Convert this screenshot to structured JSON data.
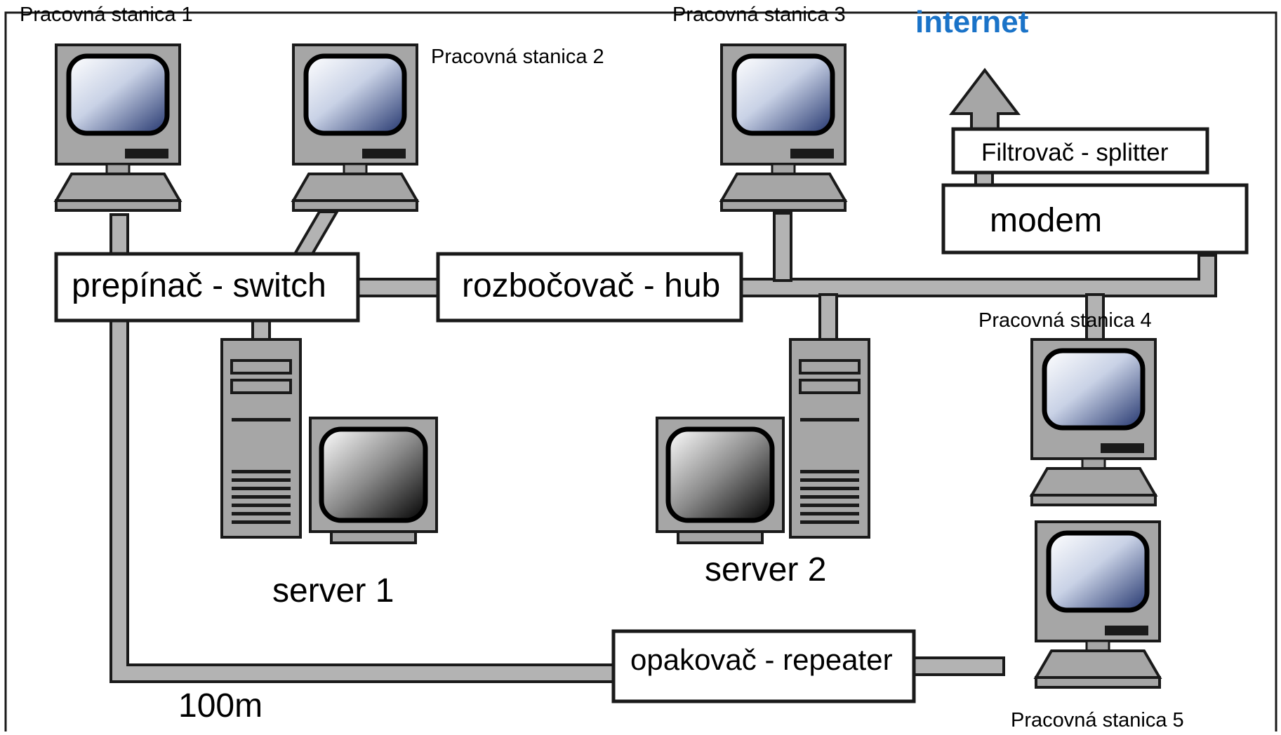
{
  "labels": {
    "workstation_1": "Pracovná stanica 1",
    "workstation_2": "Pracovná stanica 2",
    "workstation_3": "Pracovná stanica 3",
    "workstation_4": "Pracovná stanica 4",
    "workstation_5": "Pracovná stanica 5",
    "internet": "internet",
    "splitter": "Filtrovač - splitter",
    "modem": "modem",
    "switch": "prepínač - switch",
    "hub": "rozbočovač - hub",
    "server_1": "server 1",
    "server_2": "server 2",
    "repeater": "opakovač - repeater",
    "distance": "100m"
  },
  "colors": {
    "cable_fill": "#b3b3b3",
    "outline": "#1a1a1a",
    "device_body": "#a6a6a6",
    "internet_text": "#1a73c8"
  },
  "icons": {
    "workstation": "desktop-computer-icon",
    "server": "tower-server-icon",
    "arrow": "up-arrow-icon"
  }
}
